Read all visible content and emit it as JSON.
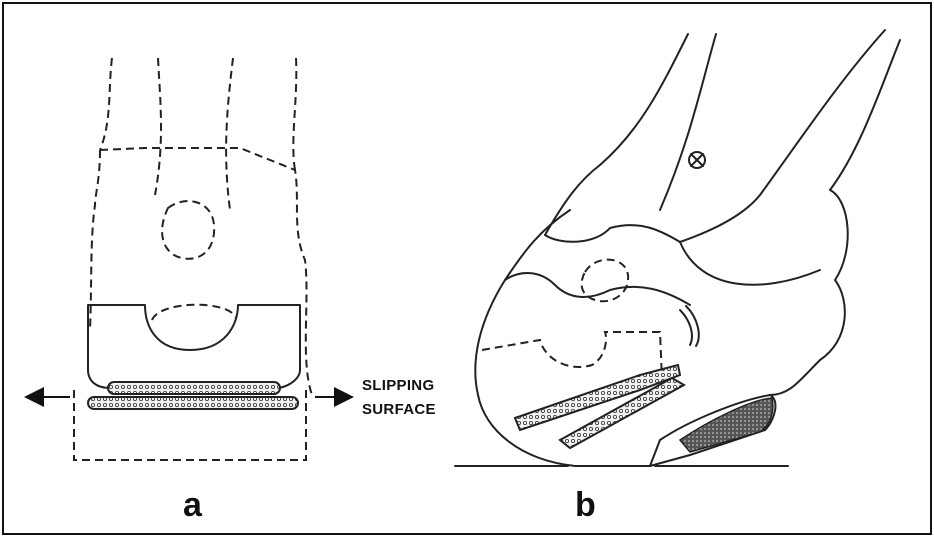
{
  "figure": {
    "label_slipping_line1": "SLIPPING",
    "label_slipping_line2": "SURFACE",
    "panel_a": "a",
    "panel_b": "b"
  }
}
